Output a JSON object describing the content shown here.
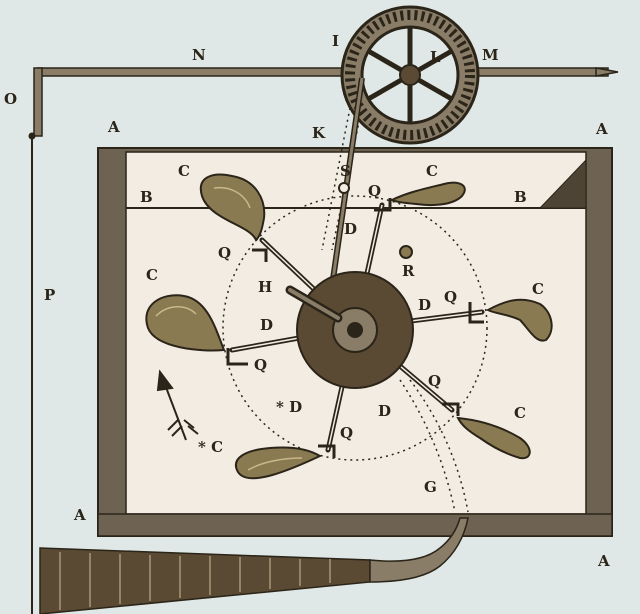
{
  "colors": {
    "background": "#dfe8e6",
    "ink": "#2b2418",
    "wood": "#6e6252",
    "water": "#f3ece3",
    "bladder": "#8a7a52",
    "hub": "#5a4a34"
  },
  "labels": {
    "A_tl": "A",
    "A_tr": "A",
    "A_bl": "A",
    "A_br": "A",
    "B_l": "B",
    "B_r": "B",
    "C_1": "C",
    "C_2": "C",
    "C_3": "C",
    "C_4": "C",
    "C_5": "C",
    "C_star": "* C",
    "D_1": "D",
    "D_2": "D",
    "D_3": "D",
    "D_4": "D",
    "D_star": "* D",
    "Q_1": "Q",
    "Q_2": "Q",
    "Q_3": "Q",
    "Q_4": "Q",
    "Q_5": "Q",
    "Q_6": "Q",
    "G": "G",
    "H": "H",
    "I": "I",
    "K": "K",
    "L": "L",
    "M": "M",
    "N": "N",
    "O": "O",
    "P": "P",
    "R": "R",
    "S": "S"
  },
  "icons": {
    "wheel": "spoked-gear-wheel-icon",
    "arrow": "rotation-arrow-icon",
    "bellows": "bellows-icon"
  }
}
